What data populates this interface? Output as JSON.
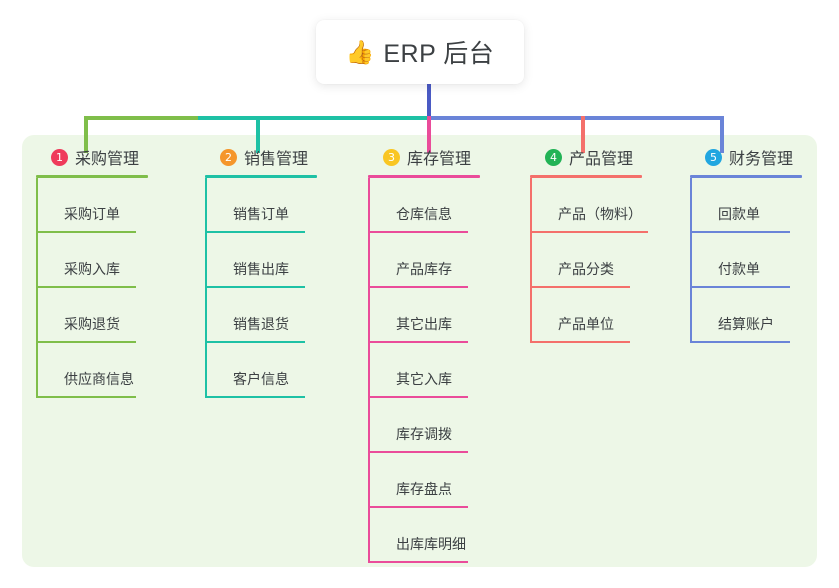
{
  "title": {
    "icon": "thumbs-up-icon",
    "icon_glyph": "👍",
    "text": "ERP 后台"
  },
  "palette": {
    "panel_background": "#edf7e7",
    "page_background": "#ffffff",
    "text": "#3c4043",
    "trunk": "#4a5ac4"
  },
  "columns": [
    {
      "number": "1",
      "label": "采购管理",
      "badge_color": "#ef3b5b",
      "line_color": "#7fbe4a",
      "items": [
        "采购订单",
        "采购入库",
        "采购退货",
        "供应商信息"
      ]
    },
    {
      "number": "2",
      "label": "销售管理",
      "badge_color": "#f5962b",
      "line_color": "#1ec1a5",
      "items": [
        "销售订单",
        "销售出库",
        "销售退货",
        "客户信息"
      ]
    },
    {
      "number": "3",
      "label": "库存管理",
      "badge_color": "#f9c623",
      "line_color": "#ea4c9a",
      "items": [
        "仓库信息",
        "产品库存",
        "其它出库",
        "其它入库",
        "库存调拨",
        "库存盘点",
        "出库库明细"
      ]
    },
    {
      "number": "4",
      "label": "产品管理",
      "badge_color": "#22b356",
      "line_color": "#f4706b",
      "items": [
        "产品（物料）",
        "产品分类",
        "产品单位"
      ]
    },
    {
      "number": "5",
      "label": "财务管理",
      "badge_color": "#21a6e0",
      "line_color": "#6a84d8",
      "items": [
        "回款单",
        "付款单",
        "结算账户"
      ]
    }
  ]
}
